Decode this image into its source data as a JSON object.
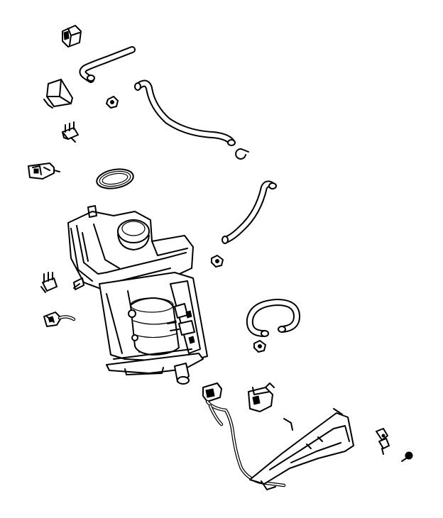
{
  "diagram": {
    "kind": "exploded-parts-line-drawing",
    "background_color": "#ffffff",
    "line_color": "#000000",
    "parts": [
      "connector-top-left",
      "small-hose-top",
      "sensor-bracket",
      "grommet-small-1",
      "long-curved-hose",
      "pin-connector-1",
      "clip-ring",
      "harness-clip",
      "o-ring-seal",
      "mid-curved-hose",
      "evaporator-heater-housing",
      "grommet-small-2",
      "pin-connector-2",
      "wire-plug-left",
      "loop-hose",
      "grommet-small-3",
      "harness-connector",
      "actuator-motor",
      "wiring-harness-bracket",
      "small-wire-connector-right",
      "bolt-fastener"
    ]
  }
}
